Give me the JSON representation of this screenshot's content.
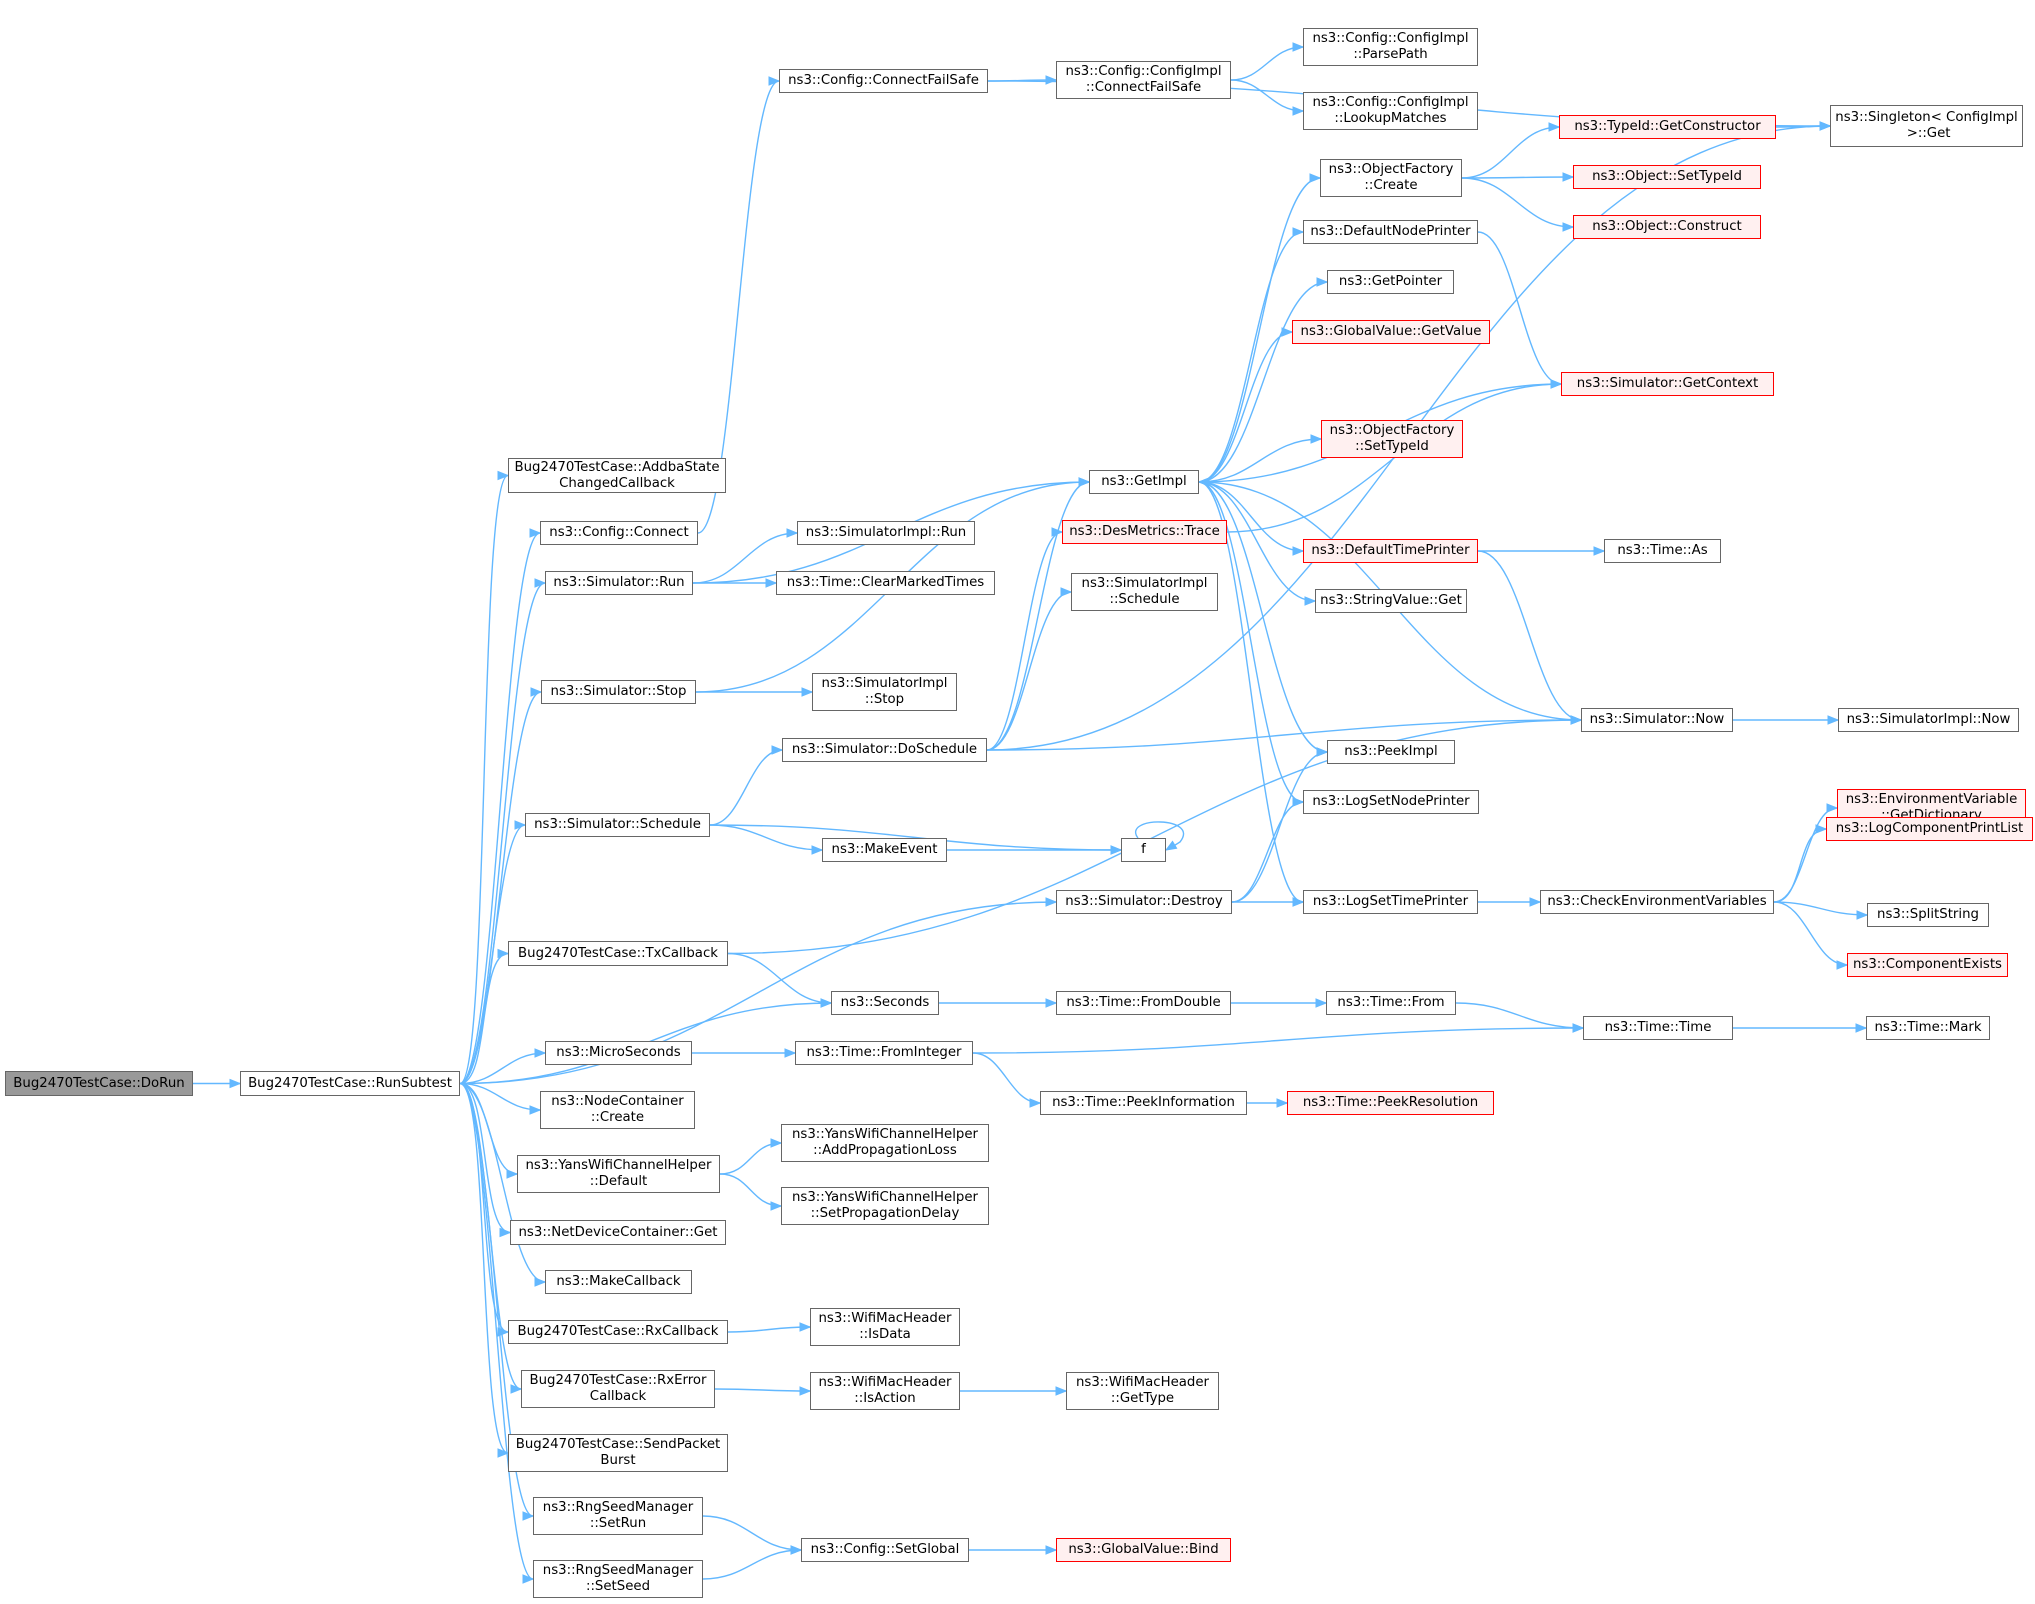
{
  "graph": {
    "colors": {
      "edge": "#63b8ff",
      "node_border": "#666666",
      "root_fill": "#999999",
      "truncated_border": "#ff0000",
      "truncated_fill": "#fff0f0"
    },
    "nodes": [
      {
        "id": "dorun",
        "label": "Bug2470TestCase::DoRun",
        "kind": "root"
      },
      {
        "id": "runsubtest",
        "label": "Bug2470TestCase::RunSubtest"
      },
      {
        "id": "addba",
        "label": "Bug2470TestCase::AddbaState\nChangedCallback"
      },
      {
        "id": "cfgconnect",
        "label": "ns3::Config::Connect"
      },
      {
        "id": "simrun",
        "label": "ns3::Simulator::Run"
      },
      {
        "id": "simstop",
        "label": "ns3::Simulator::Stop"
      },
      {
        "id": "simschedule",
        "label": "ns3::Simulator::Schedule"
      },
      {
        "id": "txcb",
        "label": "Bug2470TestCase::TxCallback"
      },
      {
        "id": "microseconds",
        "label": "ns3::MicroSeconds"
      },
      {
        "id": "nodecreate",
        "label": "ns3::NodeContainer\n::Create"
      },
      {
        "id": "yansdefault",
        "label": "ns3::YansWifiChannelHelper\n::Default"
      },
      {
        "id": "netdevget",
        "label": "ns3::NetDeviceContainer::Get"
      },
      {
        "id": "makecallback",
        "label": "ns3::MakeCallback"
      },
      {
        "id": "rxcb",
        "label": "Bug2470TestCase::RxCallback"
      },
      {
        "id": "rxerr",
        "label": "Bug2470TestCase::RxError\nCallback"
      },
      {
        "id": "sendburst",
        "label": "Bug2470TestCase::SendPacket\nBurst"
      },
      {
        "id": "setrun",
        "label": "ns3::RngSeedManager\n::SetRun"
      },
      {
        "id": "setseed",
        "label": "ns3::RngSeedManager\n::SetSeed"
      },
      {
        "id": "connectfailsafe",
        "label": "ns3::Config::ConnectFailSafe"
      },
      {
        "id": "implrun",
        "label": "ns3::SimulatorImpl::Run"
      },
      {
        "id": "clearmarked",
        "label": "ns3::Time::ClearMarkedTimes"
      },
      {
        "id": "implstop",
        "label": "ns3::SimulatorImpl\n::Stop"
      },
      {
        "id": "doschedule",
        "label": "ns3::Simulator::DoSchedule"
      },
      {
        "id": "makeevent",
        "label": "ns3::MakeEvent"
      },
      {
        "id": "simdestroy",
        "label": "ns3::Simulator::Destroy"
      },
      {
        "id": "seconds",
        "label": "ns3::Seconds"
      },
      {
        "id": "fromint",
        "label": "ns3::Time::FromInteger"
      },
      {
        "id": "addproploss",
        "label": "ns3::YansWifiChannelHelper\n::AddPropagationLoss"
      },
      {
        "id": "setpropdelay",
        "label": "ns3::YansWifiChannelHelper\n::SetPropagationDelay"
      },
      {
        "id": "isdata",
        "label": "ns3::WifiMacHeader\n::IsData"
      },
      {
        "id": "isaction",
        "label": "ns3::WifiMacHeader\n::IsAction"
      },
      {
        "id": "setglobal",
        "label": "ns3::Config::SetGlobal"
      },
      {
        "id": "implconnectfs",
        "label": "ns3::Config::ConfigImpl\n::ConnectFailSafe"
      },
      {
        "id": "getimpl",
        "label": "ns3::GetImpl"
      },
      {
        "id": "desmetrics",
        "label": "ns3::DesMetrics::Trace",
        "kind": "truncated"
      },
      {
        "id": "implschedule",
        "label": "ns3::SimulatorImpl\n::Schedule"
      },
      {
        "id": "f",
        "label": "f"
      },
      {
        "id": "fromdouble",
        "label": "ns3::Time::FromDouble"
      },
      {
        "id": "peekinfo",
        "label": "ns3::Time::PeekInformation"
      },
      {
        "id": "gettype",
        "label": "ns3::WifiMacHeader\n::GetType"
      },
      {
        "id": "gvbind",
        "label": "ns3::GlobalValue::Bind",
        "kind": "truncated"
      },
      {
        "id": "parsepath",
        "label": "ns3::Config::ConfigImpl\n::ParsePath"
      },
      {
        "id": "lookupmatches",
        "label": "ns3::Config::ConfigImpl\n::LookupMatches"
      },
      {
        "id": "ofcreate",
        "label": "ns3::ObjectFactory\n::Create"
      },
      {
        "id": "defnodeprinter",
        "label": "ns3::DefaultNodePrinter"
      },
      {
        "id": "getpointer",
        "label": "ns3::GetPointer"
      },
      {
        "id": "gvgetvalue",
        "label": "ns3::GlobalValue::GetValue",
        "kind": "truncated"
      },
      {
        "id": "ofsettypeid",
        "label": "ns3::ObjectFactory\n::SetTypeId",
        "kind": "truncated"
      },
      {
        "id": "deftimeprinter",
        "label": "ns3::DefaultTimePrinter",
        "kind": "truncated"
      },
      {
        "id": "stringvalueget",
        "label": "ns3::StringValue::Get"
      },
      {
        "id": "peekimpl",
        "label": "ns3::PeekImpl"
      },
      {
        "id": "logsetnode",
        "label": "ns3::LogSetNodePrinter"
      },
      {
        "id": "logsettime",
        "label": "ns3::LogSetTimePrinter"
      },
      {
        "id": "timefrom",
        "label": "ns3::Time::From"
      },
      {
        "id": "peekres",
        "label": "ns3::Time::PeekResolution",
        "kind": "truncated"
      },
      {
        "id": "getconstructor",
        "label": "ns3::TypeId::GetConstructor",
        "kind": "truncated"
      },
      {
        "id": "objsettypeid",
        "label": "ns3::Object::SetTypeId",
        "kind": "truncated"
      },
      {
        "id": "objconstruct",
        "label": "ns3::Object::Construct",
        "kind": "truncated"
      },
      {
        "id": "simgetcontext",
        "label": "ns3::Simulator::GetContext",
        "kind": "truncated"
      },
      {
        "id": "timeas",
        "label": "ns3::Time::As"
      },
      {
        "id": "simnow",
        "label": "ns3::Simulator::Now"
      },
      {
        "id": "checkenv",
        "label": "ns3::CheckEnvironmentVariables"
      },
      {
        "id": "timetime",
        "label": "ns3::Time::Time"
      },
      {
        "id": "singletonget",
        "label": "ns3::Singleton< ConfigImpl\n >::Get"
      },
      {
        "id": "implnow",
        "label": "ns3::SimulatorImpl::Now"
      },
      {
        "id": "envgetdict",
        "label": "ns3::EnvironmentVariable\n::GetDictionary",
        "kind": "truncated"
      },
      {
        "id": "logcompprint",
        "label": "ns3::LogComponentPrintList",
        "kind": "truncated"
      },
      {
        "id": "splitstring",
        "label": "ns3::SplitString"
      },
      {
        "id": "compexists",
        "label": "ns3::ComponentExists",
        "kind": "truncated"
      },
      {
        "id": "timemark",
        "label": "ns3::Time::Mark"
      }
    ],
    "edges": [
      [
        "dorun",
        "runsubtest"
      ],
      [
        "runsubtest",
        "addba"
      ],
      [
        "runsubtest",
        "cfgconnect"
      ],
      [
        "runsubtest",
        "simrun"
      ],
      [
        "runsubtest",
        "simstop"
      ],
      [
        "runsubtest",
        "simschedule"
      ],
      [
        "runsubtest",
        "simdestroy"
      ],
      [
        "runsubtest",
        "txcb"
      ],
      [
        "runsubtest",
        "seconds"
      ],
      [
        "runsubtest",
        "microseconds"
      ],
      [
        "runsubtest",
        "nodecreate"
      ],
      [
        "runsubtest",
        "yansdefault"
      ],
      [
        "runsubtest",
        "netdevget"
      ],
      [
        "runsubtest",
        "makecallback"
      ],
      [
        "runsubtest",
        "rxcb"
      ],
      [
        "runsubtest",
        "rxerr"
      ],
      [
        "runsubtest",
        "sendburst"
      ],
      [
        "runsubtest",
        "setrun"
      ],
      [
        "runsubtest",
        "setseed"
      ],
      [
        "cfgconnect",
        "connectfailsafe"
      ],
      [
        "simrun",
        "getimpl"
      ],
      [
        "simrun",
        "implrun"
      ],
      [
        "simrun",
        "clearmarked"
      ],
      [
        "simstop",
        "getimpl"
      ],
      [
        "simstop",
        "implstop"
      ],
      [
        "simschedule",
        "doschedule"
      ],
      [
        "simschedule",
        "makeevent"
      ],
      [
        "simschedule",
        "f"
      ],
      [
        "txcb",
        "seconds"
      ],
      [
        "txcb",
        "simnow"
      ],
      [
        "microseconds",
        "fromint"
      ],
      [
        "yansdefault",
        "addproploss"
      ],
      [
        "yansdefault",
        "setpropdelay"
      ],
      [
        "rxcb",
        "isdata"
      ],
      [
        "rxerr",
        "isaction"
      ],
      [
        "setrun",
        "setglobal"
      ],
      [
        "setseed",
        "setglobal"
      ],
      [
        "connectfailsafe",
        "implconnectfs"
      ],
      [
        "connectfailsafe",
        "singletonget"
      ],
      [
        "doschedule",
        "getimpl"
      ],
      [
        "doschedule",
        "desmetrics"
      ],
      [
        "doschedule",
        "implschedule"
      ],
      [
        "doschedule",
        "simnow"
      ],
      [
        "doschedule",
        "singletonget"
      ],
      [
        "makeevent",
        "f"
      ],
      [
        "f",
        "f"
      ],
      [
        "simdestroy",
        "peekimpl"
      ],
      [
        "simdestroy",
        "logsetnode"
      ],
      [
        "simdestroy",
        "logsettime"
      ],
      [
        "seconds",
        "fromdouble"
      ],
      [
        "fromint",
        "timetime"
      ],
      [
        "fromint",
        "peekinfo"
      ],
      [
        "isaction",
        "gettype"
      ],
      [
        "setglobal",
        "gvbind"
      ],
      [
        "implconnectfs",
        "parsepath"
      ],
      [
        "implconnectfs",
        "lookupmatches"
      ],
      [
        "getimpl",
        "ofcreate"
      ],
      [
        "getimpl",
        "defnodeprinter"
      ],
      [
        "getimpl",
        "getpointer"
      ],
      [
        "getimpl",
        "gvgetvalue"
      ],
      [
        "getimpl",
        "ofsettypeid"
      ],
      [
        "getimpl",
        "deftimeprinter"
      ],
      [
        "getimpl",
        "stringvalueget"
      ],
      [
        "getimpl",
        "peekimpl"
      ],
      [
        "getimpl",
        "logsetnode"
      ],
      [
        "getimpl",
        "logsettime"
      ],
      [
        "desmetrics",
        "simgetcontext"
      ],
      [
        "fromdouble",
        "timefrom"
      ],
      [
        "peekinfo",
        "peekres"
      ],
      [
        "ofcreate",
        "getconstructor"
      ],
      [
        "ofcreate",
        "objsettypeid"
      ],
      [
        "ofcreate",
        "objconstruct"
      ],
      [
        "defnodeprinter",
        "simgetcontext"
      ],
      [
        "deftimeprinter",
        "timeas"
      ],
      [
        "deftimeprinter",
        "simnow"
      ],
      [
        "logsettime",
        "checkenv"
      ],
      [
        "timefrom",
        "timetime"
      ],
      [
        "getconstructor",
        "singletonget"
      ],
      [
        "simgetcontext",
        "getimpl"
      ],
      [
        "simnow",
        "getimpl"
      ],
      [
        "simnow",
        "implnow"
      ],
      [
        "checkenv",
        "envgetdict"
      ],
      [
        "checkenv",
        "logcompprint"
      ],
      [
        "checkenv",
        "splitstring"
      ],
      [
        "checkenv",
        "compexists"
      ],
      [
        "timetime",
        "timemark"
      ]
    ]
  }
}
